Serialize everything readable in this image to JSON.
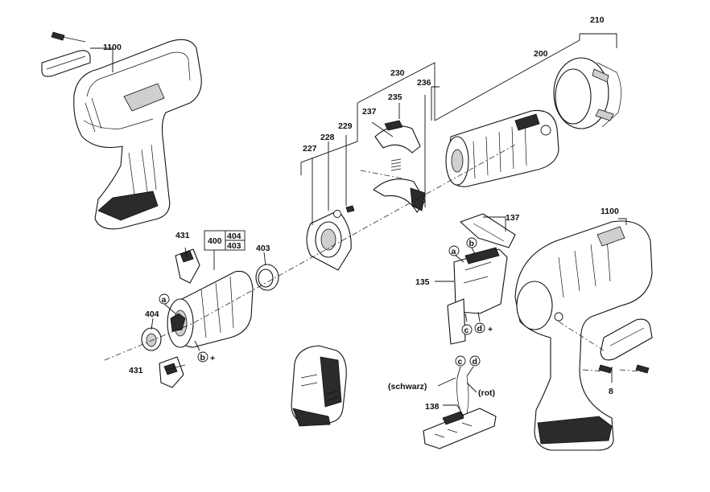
{
  "labels": {
    "l1100a": "1100",
    "l1100b": "1100",
    "l210": "210",
    "l200": "200",
    "l230": "230",
    "l236": "236",
    "l235": "235",
    "l237": "237",
    "l229": "229",
    "l228": "228",
    "l227": "227",
    "l137": "137",
    "l135": "135",
    "l138": "138",
    "l8": "8",
    "l431a": "431",
    "l431b": "431",
    "l400": "400",
    "l404a": "404",
    "l403a": "403",
    "l403b": "403",
    "l404b": "404"
  },
  "markers": {
    "a_motor": "a",
    "b_motor": "b",
    "b_plus": "+",
    "a_switch": "a",
    "b_switch": "b",
    "c_switch": "c",
    "d_switch": "d",
    "d_plus": "+",
    "c_wire": "c",
    "d_wire": "d"
  },
  "wires": {
    "black": "(schwarz)",
    "red": "(rot)"
  }
}
